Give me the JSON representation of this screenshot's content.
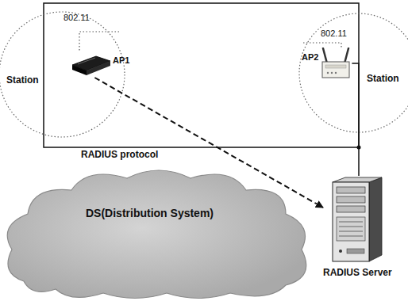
{
  "diagram": {
    "nodes": [
      {
        "text": [
          "Station"
        ]
      },
      {
        "text": [
          "AP1"
        ],
        "in": 0
      },
      {
        "text": [
          "Station"
        ]
      },
      {
        "text": [
          "AP2"
        ],
        "in": 2
      },
      {
        "text": [
          "DS(Distribution System)"
        ]
      },
      {
        "text": [
          "RADIUS Server"
        ]
      }
    ],
    "edges": [
      {
        "from": 1,
        "to": 5,
        "arrow": "to",
        "label": "RADIUS protocol"
      },
      {
        "from": 3,
        "to": 5,
        "arrow": "none"
      }
    ],
    "labels": [
      "802.11",
      "802.11"
    ]
  }
}
